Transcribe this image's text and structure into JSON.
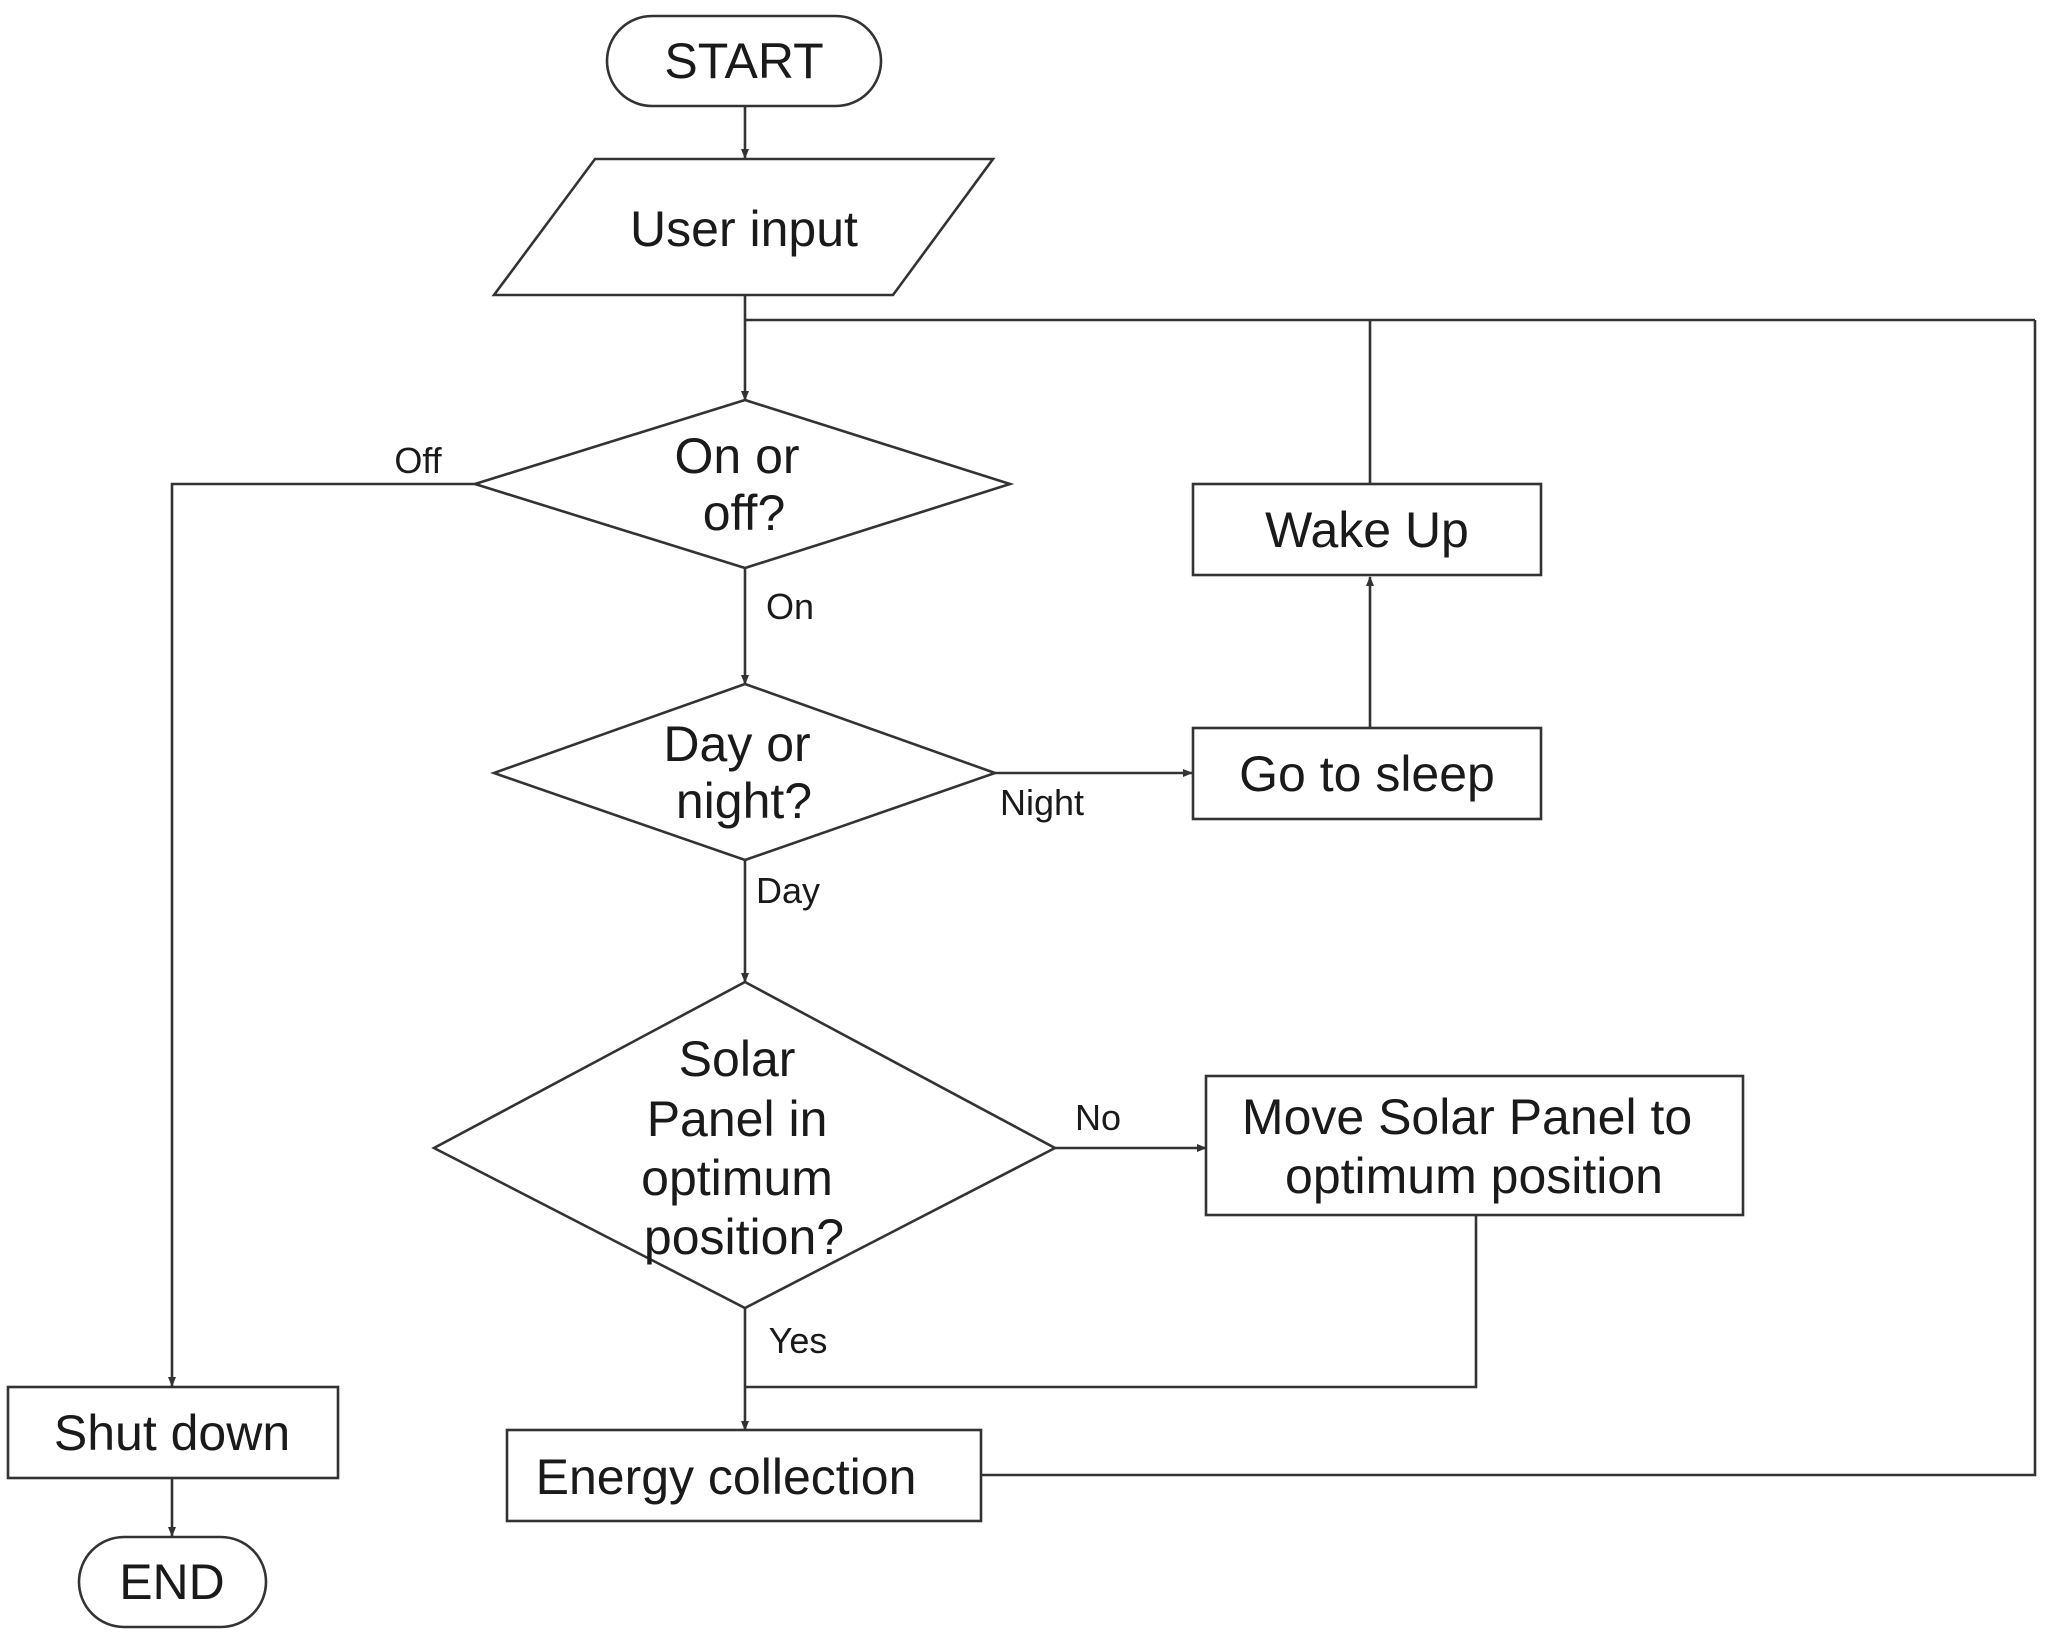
{
  "nodes": {
    "start": "START",
    "user_input": "User input",
    "on_off": [
      "On or",
      "off?"
    ],
    "day_night": [
      "Day or",
      "night?"
    ],
    "solar_check": [
      "Solar",
      "Panel in",
      "optimum",
      "position?"
    ],
    "wake_up": "Wake Up",
    "go_to_sleep": "Go to sleep",
    "move_panel": [
      "Move Solar Panel to",
      "optimum position"
    ],
    "shut_down": "Shut down",
    "energy_collection": "Energy collection",
    "end": "END"
  },
  "edges": {
    "off": "Off",
    "on": "On",
    "night": "Night",
    "day": "Day",
    "no": "No",
    "yes": "Yes"
  }
}
